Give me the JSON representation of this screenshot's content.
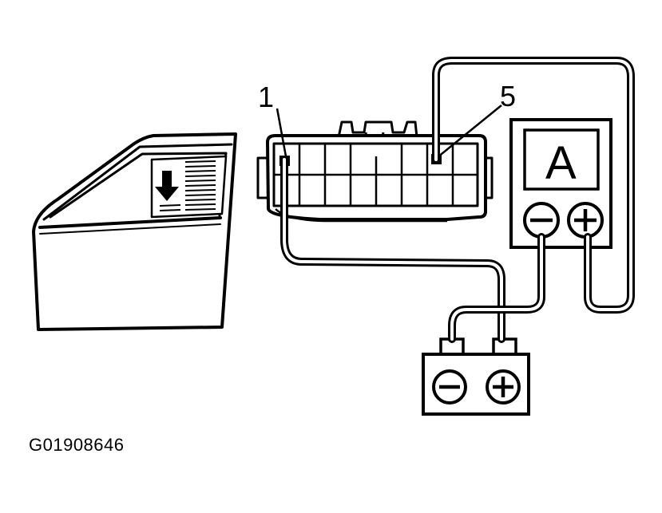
{
  "diagram": {
    "labels": {
      "pin_1": "1",
      "pin_5": "5",
      "meter_unit": "A"
    },
    "figure_id": "G01908646",
    "colors": {
      "ink": "#000000",
      "background": "#ffffff"
    },
    "icons": [
      "car-door-icon",
      "window-down-arrow-icon",
      "connector-icon",
      "ammeter-icon",
      "battery-icon"
    ]
  }
}
